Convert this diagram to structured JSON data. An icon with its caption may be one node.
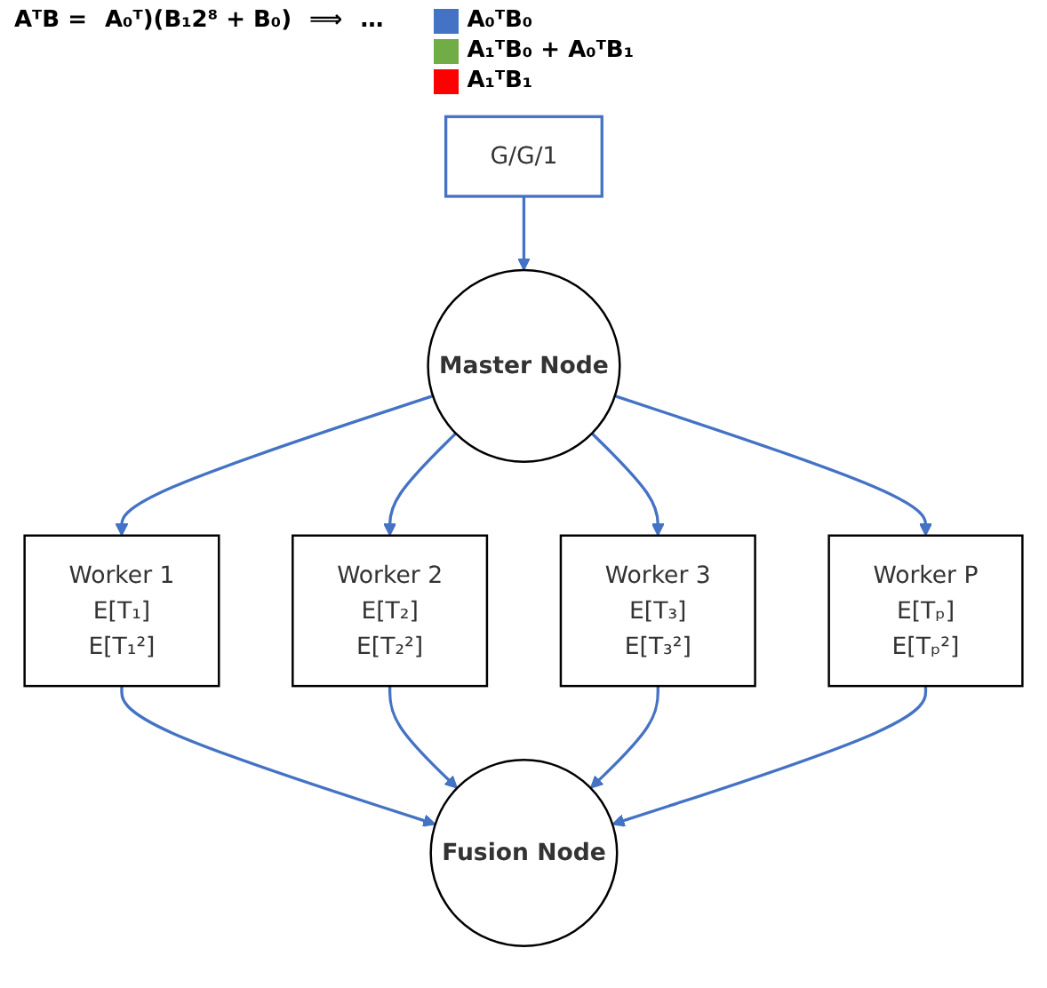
{
  "diagram": {
    "nodes": [
      {
        "text": [
          "G/G/1"
        ]
      },
      {
        "text": [
          "Master Node"
        ]
      },
      {
        "text": [
          "Worker 1",
          "E[T₁]",
          "E[T₁²]"
        ]
      },
      {
        "text": [
          "Worker 2",
          "E[T₂]",
          "E[T₂²]"
        ]
      },
      {
        "text": [
          "Worker 3",
          "E[T₃]",
          "E[T₃²]"
        ]
      },
      {
        "text": [
          "Worker P",
          "E[Tₚ]",
          "E[Tₚ²]"
        ]
      },
      {
        "text": [
          "Fusion Node"
        ]
      }
    ],
    "edges": [
      {
        "from": 0,
        "to": 1,
        "arrow": "to"
      },
      {
        "from": 1,
        "to": 2,
        "arrow": "to"
      },
      {
        "from": 1,
        "to": 3,
        "arrow": "to"
      },
      {
        "from": 1,
        "to": 4,
        "arrow": "to"
      },
      {
        "from": 1,
        "to": 5,
        "arrow": "to"
      },
      {
        "from": 2,
        "to": 6,
        "arrow": "to"
      },
      {
        "from": 3,
        "to": 6,
        "arrow": "to"
      },
      {
        "from": 4,
        "to": 6,
        "arrow": "to"
      },
      {
        "from": 5,
        "to": 6,
        "arrow": "to"
      }
    ],
    "labels": [
      "AᵀB =",
      "A₀ᵀ)(B₁2⁸ + B₀)",
      "⟹",
      "…"
    ],
    "legend": [
      {
        "text": "A₀ᵀB₀",
        "color": "#4472c4"
      },
      {
        "text": "A₁ᵀB₀ + A₀ᵀB₁",
        "color": "#70ad47"
      },
      {
        "text": "A₁ᵀB₁",
        "color": "#ff0000"
      }
    ]
  }
}
